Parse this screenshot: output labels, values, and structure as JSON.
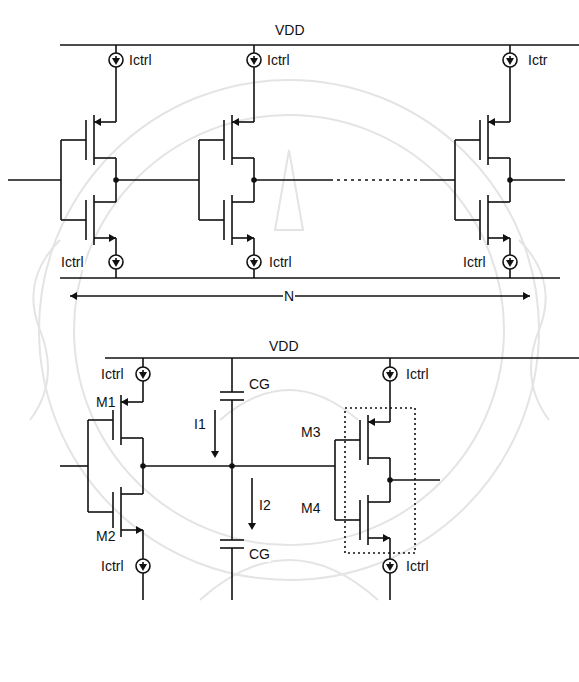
{
  "diagram": {
    "labels": [
      "VDD",
      "Ictrl",
      "Ictrl",
      "Ictr",
      "Ictrl",
      "Ictrl",
      "Ictrl",
      "N",
      "VDD",
      "Ictrl",
      "CG",
      "Ictrl",
      "M1",
      "M3",
      "I1",
      "M4",
      "M2",
      "I2",
      "Ictrl",
      "CG",
      "Ictrl"
    ]
  }
}
